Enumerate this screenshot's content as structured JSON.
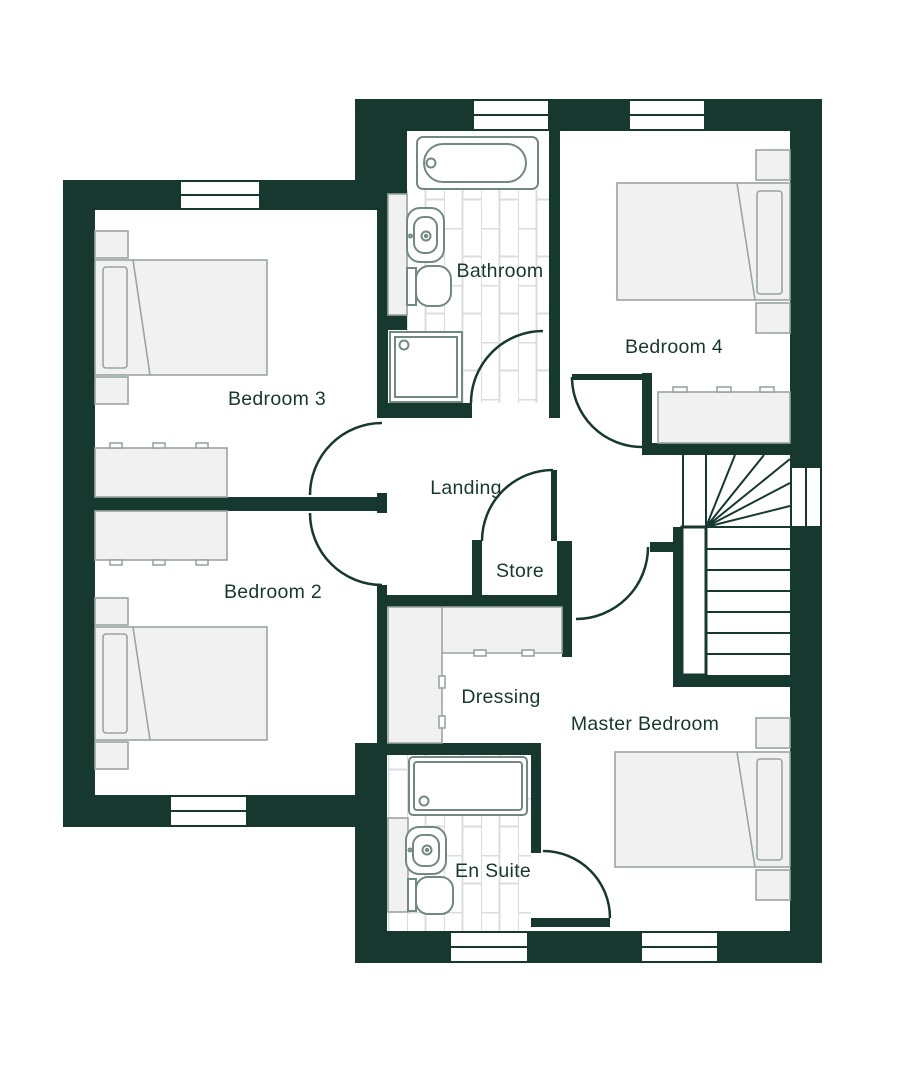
{
  "plan": {
    "rooms": [
      {
        "id": "bedroom3",
        "label": "Bedroom 3"
      },
      {
        "id": "bathroom",
        "label": "Bathroom"
      },
      {
        "id": "bedroom4",
        "label": "Bedroom 4"
      },
      {
        "id": "landing",
        "label": "Landing"
      },
      {
        "id": "store",
        "label": "Store"
      },
      {
        "id": "bedroom2",
        "label": "Bedroom 2"
      },
      {
        "id": "dressing",
        "label": "Dressing"
      },
      {
        "id": "master_bedroom",
        "label": "Master Bedroom"
      },
      {
        "id": "en_suite",
        "label": "En Suite"
      }
    ]
  },
  "colors": {
    "wall": "#17382e",
    "text": "#17382e",
    "furniture_fill": "#f0f1f0",
    "furniture_stroke": "#9aa5a0",
    "fixture_stroke": "#718981",
    "tile_grout": "#d9dce0",
    "background": "#ffffff"
  }
}
